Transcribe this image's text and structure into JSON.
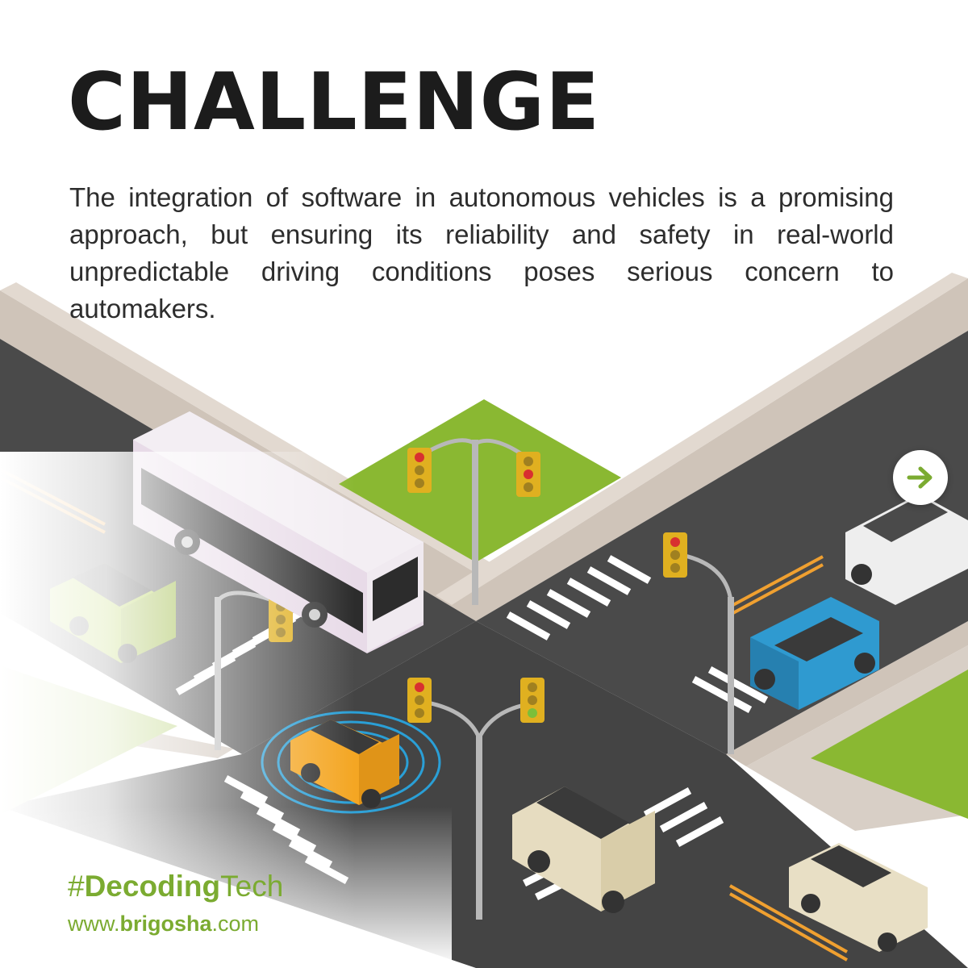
{
  "title": "CHALLENGE",
  "body": "The integration of software in autonomous vehicles is a promising approach, but ensuring its reliability and safety in real-world unpredictable driving conditions poses serious concern to automakers.",
  "hashtag": {
    "prefix": "#",
    "bold": "Decoding",
    "suffix": "Tech"
  },
  "website": {
    "prefix": "www.",
    "bold": "brigosha",
    "suffix": ".com"
  },
  "next_button_icon": "arrow-right-icon",
  "colors": {
    "title": "#1c1c1c",
    "body_text": "#2d2d2d",
    "brand_green": "#7bab31",
    "road": "#4a4a4a",
    "sidewalk": "#d8cfc6",
    "grass": "#8ab832",
    "lane_marking": "#f0a030",
    "sensor_rings": "#2a9fd6"
  }
}
